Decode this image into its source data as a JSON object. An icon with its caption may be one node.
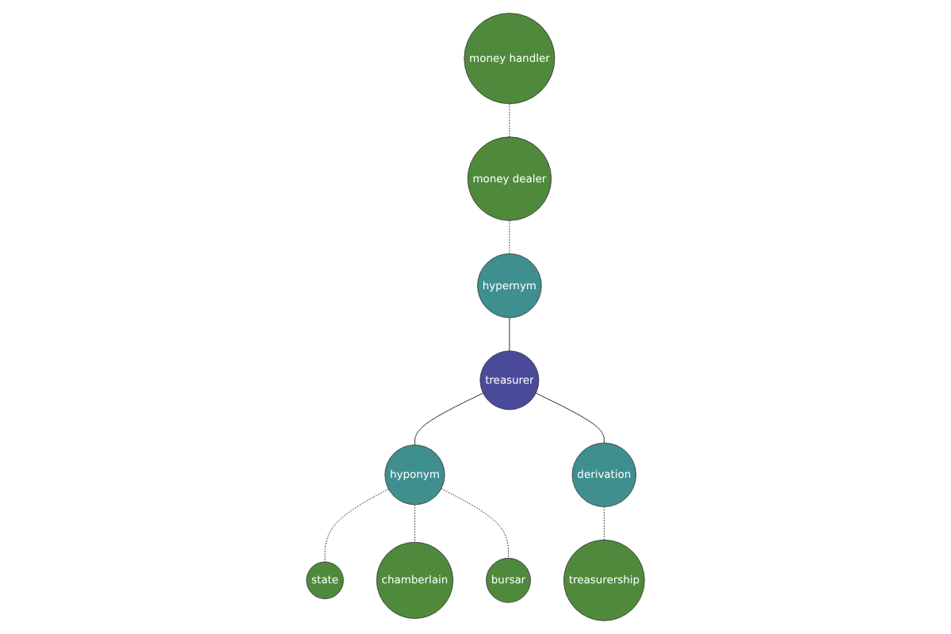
{
  "diagram": {
    "nodes": [
      {
        "text": [
          "money handler"
        ]
      },
      {
        "text": [
          "money dealer"
        ]
      },
      {
        "text": [
          "hypernym"
        ]
      },
      {
        "text": [
          "treasurer"
        ]
      },
      {
        "text": [
          "derivation"
        ]
      },
      {
        "text": [
          "state"
        ]
      },
      {
        "text": [
          "hyponym"
        ]
      },
      {
        "text": [
          "treasurership"
        ]
      },
      {
        "text": [
          "chamberlain"
        ]
      },
      {
        "text": [
          "bursar"
        ]
      }
    ],
    "edges": [
      {
        "from": 0,
        "to": 1,
        "arrow": "none",
        "style": "dashed"
      },
      {
        "from": 1,
        "to": 2,
        "arrow": "none",
        "style": "dashed"
      },
      {
        "from": 2,
        "to": 3,
        "arrow": "none"
      },
      {
        "from": 3,
        "to": 6,
        "arrow": "none"
      },
      {
        "from": 3,
        "to": 4,
        "arrow": "none"
      },
      {
        "from": 6,
        "to": 5,
        "arrow": "none",
        "style": "dashed"
      },
      {
        "from": 6,
        "to": 8,
        "arrow": "none",
        "style": "dashed"
      },
      {
        "from": 6,
        "to": 9,
        "arrow": "none",
        "style": "dashed"
      },
      {
        "from": 4,
        "to": 7,
        "arrow": "none",
        "style": "dashed"
      }
    ]
  }
}
